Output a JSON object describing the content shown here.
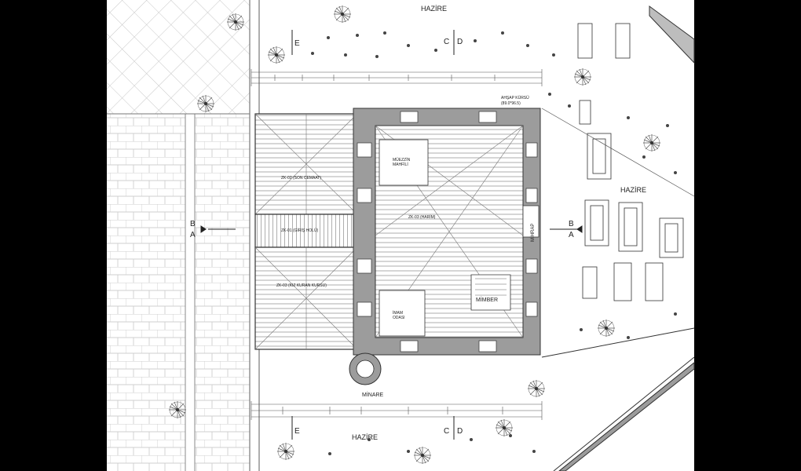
{
  "labels": {
    "hazire_top": "HAZİRE",
    "hazire_bottom": "HAZİRE",
    "hazire_right": "HAZİRE",
    "minare": "MİNARE",
    "mimber": "MİMBER",
    "mihrap": "MİHRAP",
    "muezzin": "MÜEZZİN\nMAHFİLİ",
    "imam": "İMAM\nODASI",
    "zk02": "ZK-02 (SON CEMAAT)",
    "zk01": "ZK-01 (GİRİŞ HOLÜ)",
    "zk03": "ZK-03 (KIZ KURAN KURSU)",
    "harim": "ZK-03 (HARİM)",
    "ahsap": "AHŞAP KÜRSÜ",
    "ahsap_level": "(89.0*96.5)"
  },
  "section_marks": {
    "left_B": "B",
    "left_A": "A",
    "right_B": "B",
    "right_A": "A",
    "top_E": "E",
    "top_C": "C",
    "top_D": "D",
    "bottom_E": "E",
    "bottom_C": "C",
    "bottom_D": "D"
  },
  "icons": [
    "tree-icon",
    "section-arrow-icon",
    "grave-icon"
  ]
}
